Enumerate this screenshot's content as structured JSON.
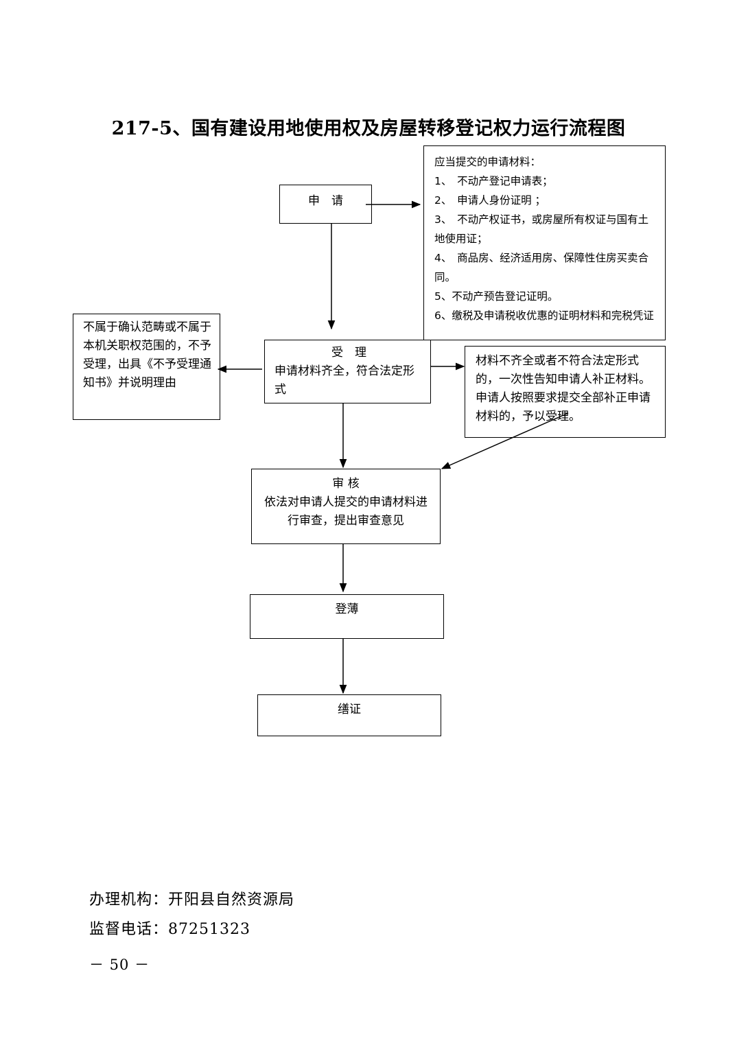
{
  "title": "217-5、国有建设用地使用权及房屋转移登记权力运行流程图",
  "steps": {
    "apply": "申　请",
    "accept_title": "受　理",
    "accept_body": "申请材料齐全，符合法定形式",
    "review_title": "审 核",
    "review_body": "依法对申请人提交的申请材料进行审查，提出审查意见",
    "register": "登薄",
    "issue": "缮证"
  },
  "materials": {
    "heading": "应当提交的申请材料：",
    "items": [
      "1、　不动产登记申请表；",
      "2、　申请人身份证明 ；",
      "3、　不动产权证书，或房屋所有权证与国有土地使用证；",
      "4、　商品房、经济适用房、保障性住房买卖合同。",
      "5、不动产预告登记证明。",
      "6、缴税及申请税收优惠的证明材料和完税凭证"
    ]
  },
  "reject_note": "不属于确认范畴或不属于本机关职权范围的，不予受理，出具《不予受理通知书》并说明理由",
  "supplement_note": "材料不齐全或者不符合法定形式的，一次性告知申请人补正材料。申请人按照要求提交全部补正申请材料的，予以受理。",
  "footer": {
    "agency": "办理机构：开阳县自然资源局",
    "phone": "监督电话：87251323",
    "page": "－ 50 －"
  }
}
